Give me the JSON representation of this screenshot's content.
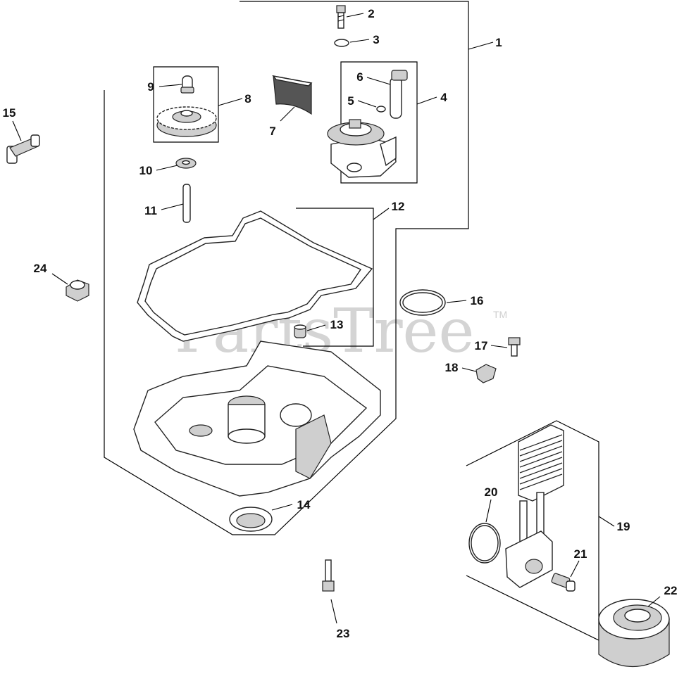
{
  "watermark": {
    "text": "PartsTree",
    "trademark": "TM"
  },
  "callouts": [
    {
      "id": "1",
      "text": "1"
    },
    {
      "id": "2",
      "text": "2"
    },
    {
      "id": "3",
      "text": "3"
    },
    {
      "id": "4",
      "text": "4"
    },
    {
      "id": "5",
      "text": "5"
    },
    {
      "id": "6",
      "text": "6"
    },
    {
      "id": "7",
      "text": "7"
    },
    {
      "id": "8",
      "text": "8"
    },
    {
      "id": "9",
      "text": "9"
    },
    {
      "id": "10",
      "text": "10"
    },
    {
      "id": "11",
      "text": "11"
    },
    {
      "id": "12",
      "text": "12"
    },
    {
      "id": "13",
      "text": "13"
    },
    {
      "id": "14",
      "text": "14"
    },
    {
      "id": "15",
      "text": "15"
    },
    {
      "id": "16",
      "text": "16"
    },
    {
      "id": "17",
      "text": "17"
    },
    {
      "id": "18",
      "text": "18"
    },
    {
      "id": "19",
      "text": "19"
    },
    {
      "id": "20",
      "text": "20"
    },
    {
      "id": "21",
      "text": "21"
    },
    {
      "id": "22",
      "text": "22"
    },
    {
      "id": "23",
      "text": "23"
    },
    {
      "id": "24",
      "text": "24"
    }
  ]
}
